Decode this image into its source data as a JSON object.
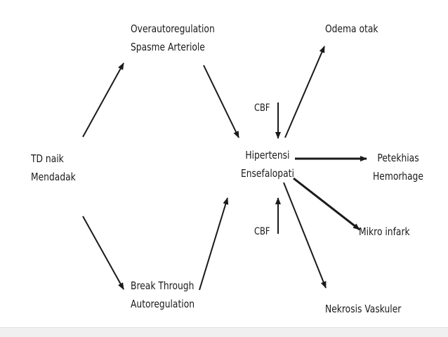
{
  "nodes": {
    "td_naik": {
      "line1": "TD naik",
      "line2": "Mendadak"
    },
    "overautoregulation": {
      "line1": "Overautoregulation",
      "line2": "Spasme Arteriole"
    },
    "break_through": {
      "line1": "Break Through",
      "line2": "Autoregulation"
    },
    "hipertensi": {
      "line1": "Hipertensi",
      "line2": "Ensefalopati"
    },
    "odema": {
      "line1": "Odema otak"
    },
    "petekhias": {
      "line1": "Petekhias",
      "line2": "Hemorhage"
    },
    "mikro_infark": {
      "line1": "Mikro infark"
    },
    "nekrosis": {
      "line1": "Nekrosis Vaskuler"
    }
  },
  "labels": {
    "cbf_top": "CBF",
    "cbf_bottom": "CBF"
  },
  "colors": {
    "ink": "#1a1a1a",
    "background": "#ffffff"
  }
}
